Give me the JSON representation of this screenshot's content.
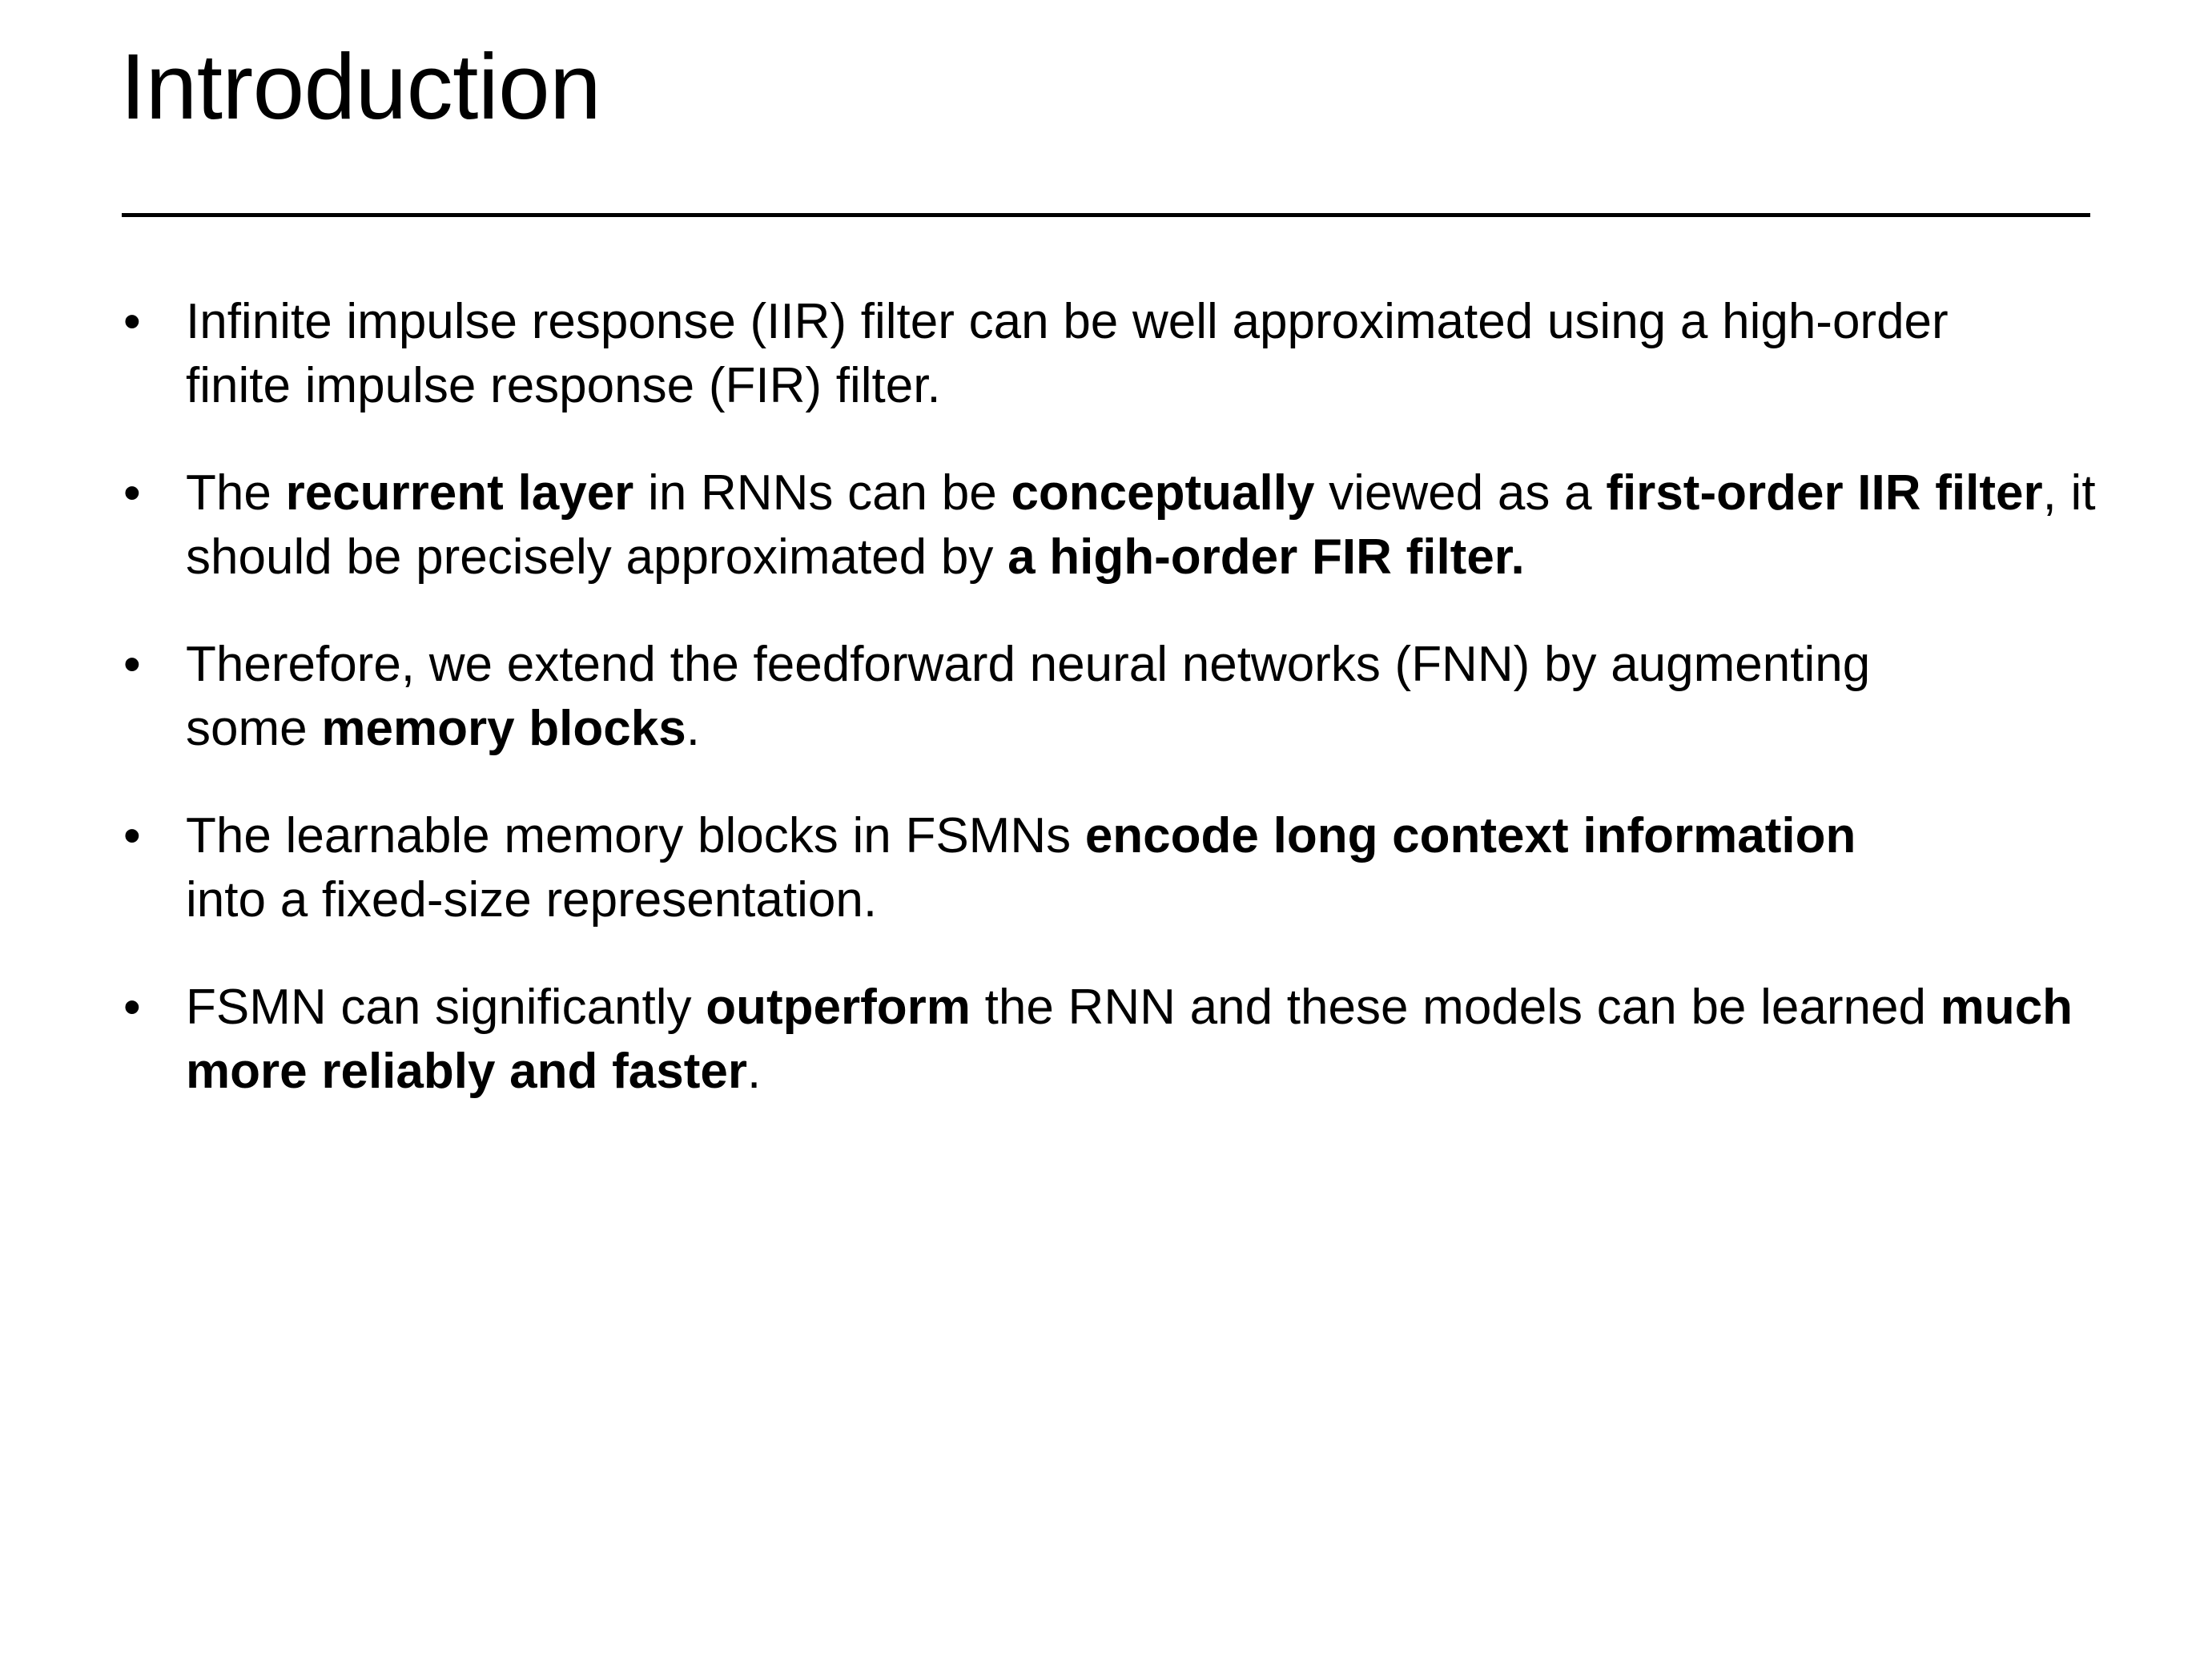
{
  "slide": {
    "title": "Introduction",
    "bullet_marker": "•",
    "background_color": "#ffffff",
    "text_color": "#000000",
    "rule_color": "#000000"
  },
  "bullets": [
    {
      "id": "bullet-iir-fir",
      "plain_text": "Infinite impulse response (IIR) filter can be well approximated using a high-order finite impulse response (FIR) filter.",
      "runs": [
        {
          "text": "Infinite impulse response (IIR) filter can be well approximated using a high-order finite impulse response (FIR) filter.",
          "bold": false
        }
      ]
    },
    {
      "id": "bullet-recurrent-layer",
      "plain_text": "The recurrent layer in RNNs can be conceptually viewed as a first-order IIR filter, it should be precisely approximated by a high-order FIR filter.",
      "runs": [
        {
          "text": "The ",
          "bold": false
        },
        {
          "text": "recurrent layer",
          "bold": true
        },
        {
          "text": " in RNNs can be ",
          "bold": false
        },
        {
          "text": "conceptually",
          "bold": true
        },
        {
          "text": " viewed as a ",
          "bold": false
        },
        {
          "text": "first-order IIR filter",
          "bold": true
        },
        {
          "text": ", it should be precisely approximated by ",
          "bold": false
        },
        {
          "text": "a high-order FIR filter.",
          "bold": true
        }
      ]
    },
    {
      "id": "bullet-extend-fnn",
      "plain_text": "Therefore, we extend the feedforward neural networks (FNN) by augmenting some memory blocks.",
      "runs": [
        {
          "text": "Therefore, we extend the feedforward neural networks (FNN) by augmenting some ",
          "bold": false
        },
        {
          "text": "memory blocks",
          "bold": true
        },
        {
          "text": ".",
          "bold": false
        }
      ]
    },
    {
      "id": "bullet-memory-blocks-encode",
      "plain_text": "The learnable memory blocks in FSMNs encode long context information into a fixed-size representation.",
      "runs": [
        {
          "text": "The learnable memory blocks in FSMNs ",
          "bold": false
        },
        {
          "text": "encode long context information",
          "bold": true
        },
        {
          "text": " into a fixed-size representation.",
          "bold": false
        }
      ]
    },
    {
      "id": "bullet-fsmn-outperform",
      "plain_text": "FSMN can significantly outperform the RNN and these models can be learned much more reliably and faster.",
      "runs": [
        {
          "text": "FSMN can significantly ",
          "bold": false
        },
        {
          "text": "outperform",
          "bold": true
        },
        {
          "text": " the RNN and these models can be learned ",
          "bold": false
        },
        {
          "text": "much more reliably and faster",
          "bold": true
        },
        {
          "text": ".",
          "bold": false
        }
      ]
    }
  ]
}
